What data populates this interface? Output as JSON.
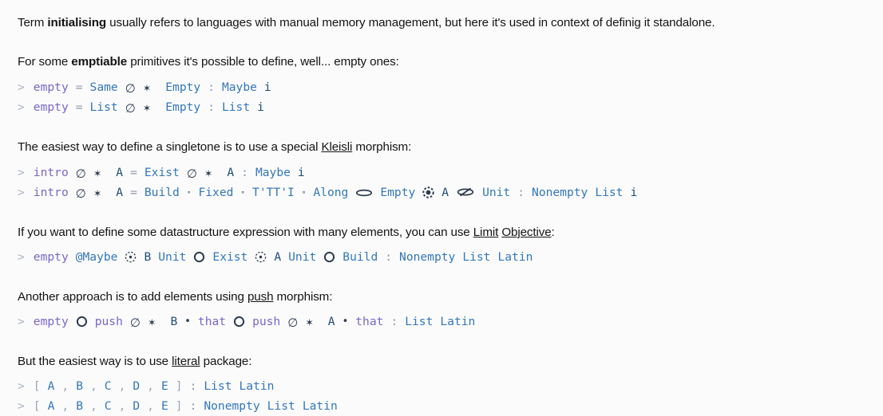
{
  "page": {
    "background": "#fbfbfb",
    "text_color": "#141414"
  },
  "colors": {
    "prompt": "#a8b4c4",
    "keyword": "#7a68c8",
    "type": "#3377bb",
    "operator": "#8d99ab",
    "identifier": "#1f4d78",
    "symbol": "#2d3c52",
    "punctuation": "#9aa6b6"
  },
  "paragraphs": {
    "intro": {
      "t1": "Term ",
      "b1": "initialising",
      "t2": " usually refers to languages with manual memory management, but here it's used in context of definig it standalone."
    },
    "emptiable": {
      "t1": "For some ",
      "b1": "emptiable",
      "t2": " primitives it's possible to define, well... empty ones:"
    },
    "singletone": {
      "t1": "The easiest way to define a singletone is to use a special ",
      "link1": "Kleisli",
      "t2": " morphism:"
    },
    "limit": {
      "t1": "If you want to define some datastructure expression with many elements, you can use ",
      "link1": "Limit",
      "t2": " ",
      "link2": "Objective",
      "t3": ":"
    },
    "push": {
      "t1": "Another approach is to add elements using ",
      "link1": "push",
      "t2": " morphism:"
    },
    "literal": {
      "t1": "But the easiest way is to use ",
      "link1": "literal",
      "t2": " package:"
    }
  },
  "code": {
    "prompt": ">",
    "block_empty": {
      "line1": {
        "kw": "empty",
        "eq": "=",
        "type1": "Same",
        "sym_emptyset": "∅",
        "sym_star": "✶",
        "type2": "Empty",
        "colon": ":",
        "type3": "Maybe",
        "ident": "i"
      },
      "line2": {
        "kw": "empty",
        "eq": "=",
        "type1": "List",
        "sym_emptyset": "∅",
        "sym_star": "✶",
        "type2": "Empty",
        "colon": ":",
        "type3": "List",
        "ident": "i"
      }
    },
    "block_intro": {
      "line1": {
        "kw": "intro",
        "sym_emptyset": "∅",
        "sym_star": "✶",
        "ident1": "A",
        "eq": "=",
        "type1": "Exist",
        "sym_emptyset2": "∅",
        "sym_star2": "✶",
        "ident2": "A",
        "colon": ":",
        "type2": "Maybe",
        "ident3": "i"
      },
      "line2": {
        "kw": "intro",
        "sym_emptyset": "∅",
        "sym_star": "✶",
        "ident1": "A",
        "eq": "=",
        "type1": "Build",
        "sym_ring1": "∘",
        "type2": "Fixed",
        "sym_ring2": "∘",
        "type3": "T'TT'I",
        "sym_ring3": "∘",
        "type4": "Along",
        "sym_oval": "⬭",
        "type5": "Empty",
        "sym_fisheye": "◉",
        "ident2": "A",
        "sym_ovalslash": "⬭̸",
        "type6": "Unit",
        "colon": ":",
        "type7": "Nonempty",
        "type8": "List",
        "ident3": "i"
      }
    },
    "block_limit": {
      "line1": {
        "kw": "empty",
        "at_type": "@Maybe",
        "sym_dotcirc1": "⊙",
        "ident1": "B",
        "type1": "Unit",
        "sym_bigring1": "◯",
        "type2": "Exist",
        "sym_dotcirc2": "⊙",
        "ident2": "A",
        "type3": "Unit",
        "sym_bigring2": "◯",
        "type4": "Build",
        "colon": ":",
        "type5": "Nonempty",
        "type6": "List",
        "type7": "Latin"
      }
    },
    "block_push": {
      "line1": {
        "kw1": "empty",
        "sym_bigring1": "◯",
        "kw2": "push",
        "sym_emptyset1": "∅",
        "sym_star1": "✶",
        "ident1": "B",
        "sym_dot1": "•",
        "kw3": "that",
        "sym_bigring2": "◯",
        "kw4": "push",
        "sym_emptyset2": "∅",
        "sym_star2": "✶",
        "ident2": "A",
        "sym_dot2": "•",
        "kw5": "that",
        "colon": ":",
        "type1": "List",
        "type2": "Latin"
      }
    },
    "block_literal": {
      "line1": {
        "lbracket": "[",
        "a": "A",
        "c1": ",",
        "b": "B",
        "c2": ",",
        "c": "C",
        "c3": ",",
        "d": "D",
        "c4": ",",
        "e": "E",
        "rbracket": "]",
        "colon": ":",
        "type1": "List",
        "type2": "Latin"
      },
      "line2": {
        "lbracket": "[",
        "a": "A",
        "c1": ",",
        "b": "B",
        "c2": ",",
        "c": "C",
        "c3": ",",
        "d": "D",
        "c4": ",",
        "e": "E",
        "rbracket": "]",
        "colon": ":",
        "type1": "Nonempty",
        "type2": "List",
        "type3": "Latin"
      }
    }
  }
}
